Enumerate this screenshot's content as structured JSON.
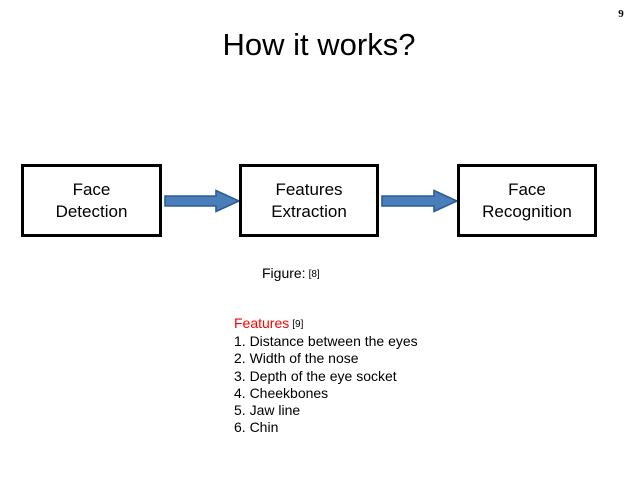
{
  "slide": {
    "page_number": "9",
    "title": "How it works?"
  },
  "diagram": {
    "boxes": [
      {
        "name": "face-detection",
        "label": "Face\nDetection"
      },
      {
        "name": "features-extraction",
        "label": "Features\nExtraction"
      },
      {
        "name": "face-recognition",
        "label": "Face\nRecognition"
      }
    ],
    "arrows": [
      {
        "name": "arrow-detection-to-extraction",
        "icon": "right-arrow-icon"
      },
      {
        "name": "arrow-extraction-to-recognition",
        "icon": "right-arrow-icon"
      }
    ],
    "arrow_fill_color": "#4a7ebb",
    "arrow_stroke_color": "#2e5c95",
    "box_border_color": "#000000"
  },
  "figure_caption": {
    "text": "Figure:",
    "reference": "[8]"
  },
  "features": {
    "heading": "Features",
    "heading_color": "#ff0000",
    "reference": "[9]",
    "items": [
      "1. Distance between the eyes",
      "2. Width of the nose",
      "3. Depth of the eye socket",
      "4. Cheekbones",
      "5. Jaw line",
      "6. Chin"
    ]
  }
}
